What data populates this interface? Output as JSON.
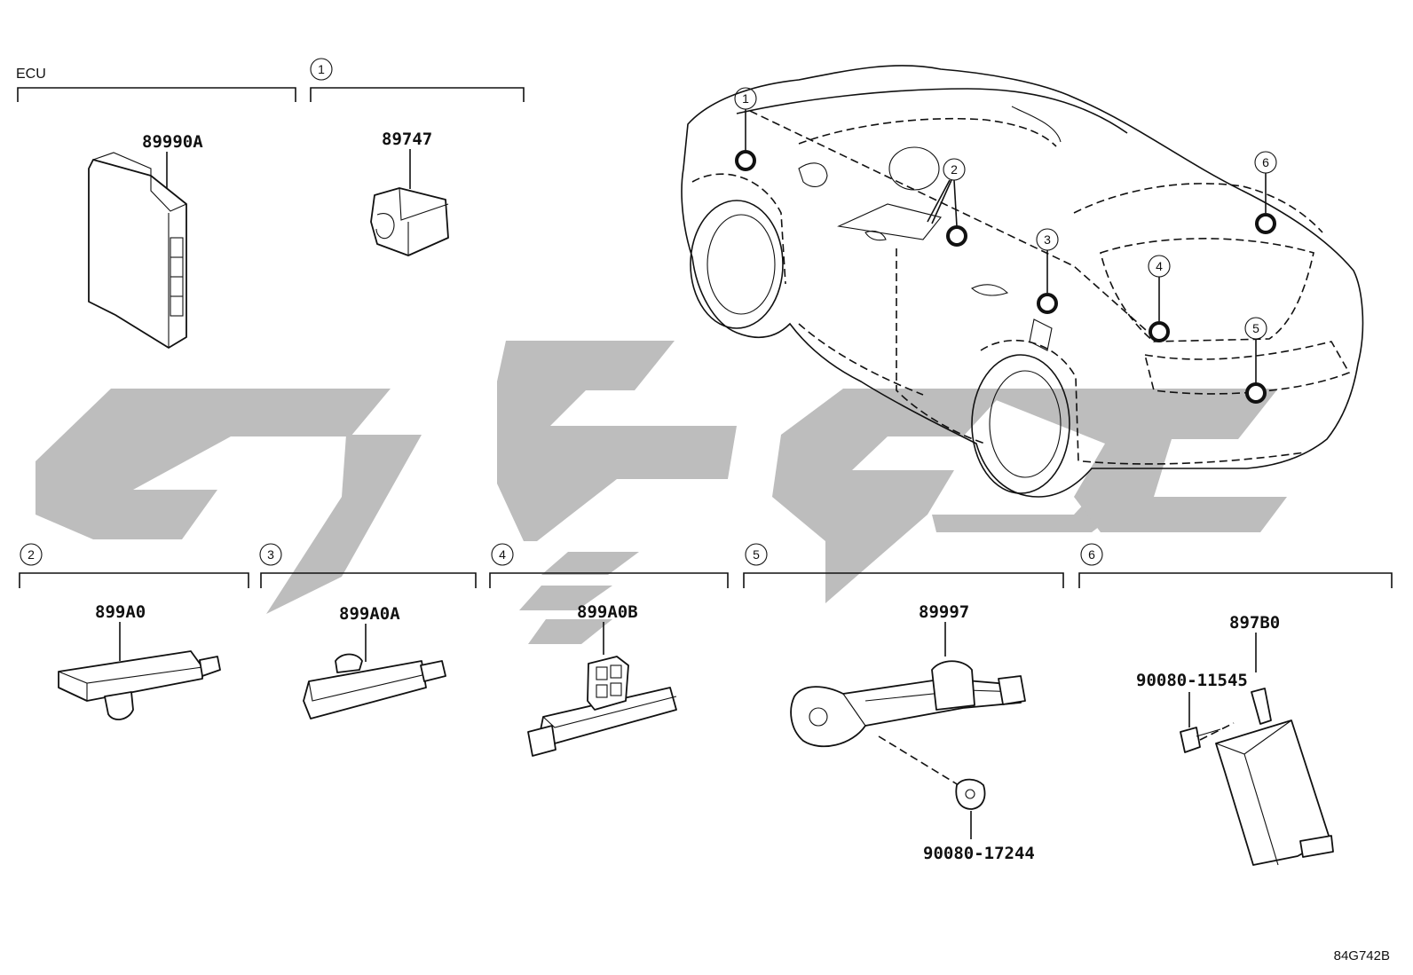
{
  "drawing_code": "84G742B",
  "sections": {
    "ecu": {
      "title": "ECU",
      "part": "89990A"
    },
    "s1": {
      "num": "1",
      "part": "89747"
    },
    "s2": {
      "num": "2",
      "part": "899A0"
    },
    "s3": {
      "num": "3",
      "part": "899A0A"
    },
    "s4": {
      "num": "4",
      "part": "899A0B"
    },
    "s5": {
      "num": "5",
      "part": "89997",
      "fastener": "90080-17244"
    },
    "s6": {
      "num": "6",
      "part": "897B0",
      "fastener": "90080-11545"
    }
  },
  "vehicle_callouts": [
    "1",
    "2",
    "3",
    "4",
    "5",
    "6"
  ],
  "colors": {
    "ink": "#111111",
    "watermark": "#bdbdbd",
    "background": "#ffffff"
  }
}
